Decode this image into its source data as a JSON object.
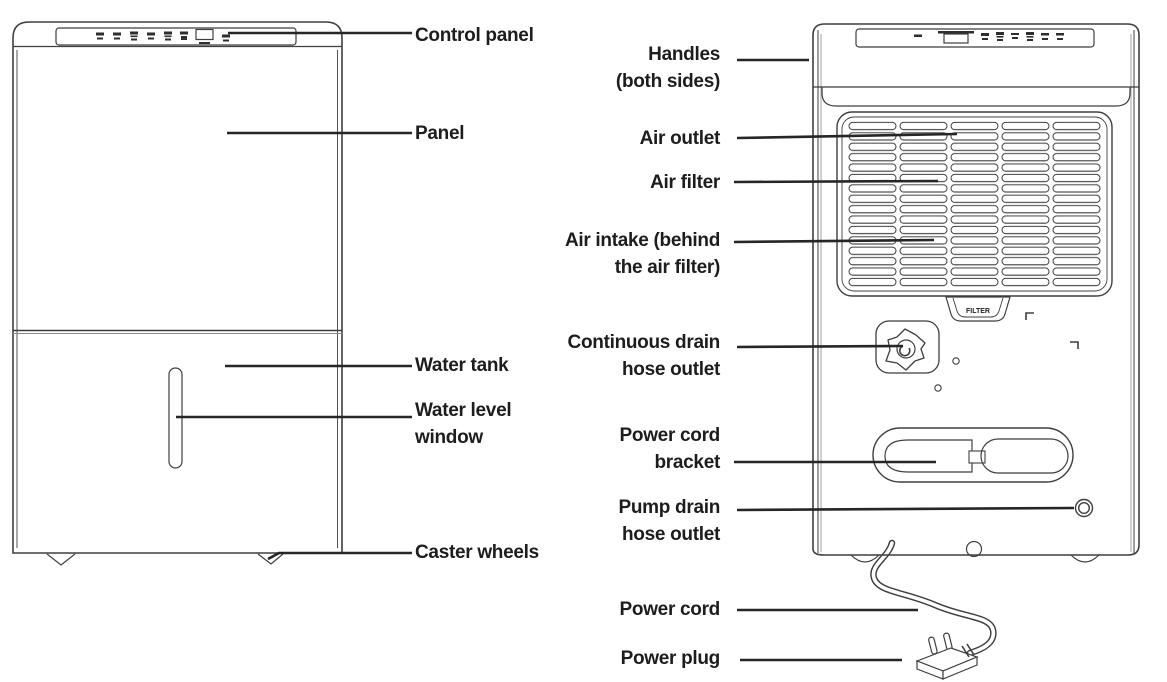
{
  "document": {
    "type": "appliance-parts-diagram",
    "subject": "dehumidifier front and back views"
  },
  "front_view": {
    "labels": {
      "control_panel": "Control panel",
      "panel": "Panel",
      "water_tank": "Water tank",
      "water_level_window": "Water level\nwindow",
      "caster_wheels": "Caster wheels"
    }
  },
  "back_view": {
    "labels": {
      "handles": "Handles\n(both sides)",
      "air_outlet": "Air outlet",
      "air_filter": "Air filter",
      "air_intake": "Air intake (behind\nthe air filter)",
      "continuous_drain": "Continuous drain\nhose outlet",
      "power_cord_bracket": "Power cord\nbracket",
      "pump_drain": "Pump drain\nhose outlet",
      "power_cord": "Power cord",
      "power_plug": "Power plug"
    },
    "filter_tab": "FILTER"
  },
  "colors": {
    "background": "#ffffff",
    "line_art": "#3f3f3f",
    "leader_lines": "#262626",
    "label_text": "#1d1d1d"
  }
}
